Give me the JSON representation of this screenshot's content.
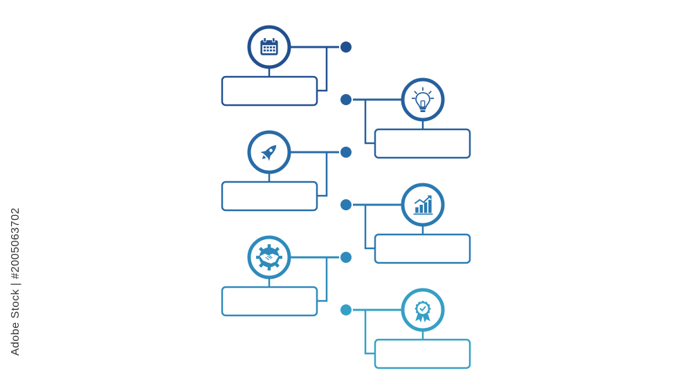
{
  "watermark_text": "Adobe Stock | #200506370​2",
  "timeline": {
    "gradient": [
      "#1f4f95",
      "#2b78b3",
      "#3aa3c8"
    ],
    "steps": [
      {
        "side": "left",
        "icon": "calendar-icon",
        "color": "#22508f"
      },
      {
        "side": "right",
        "icon": "lightbulb-icon",
        "color": "#26609e"
      },
      {
        "side": "left",
        "icon": "rocket-icon",
        "color": "#286ba7"
      },
      {
        "side": "right",
        "icon": "chart-icon",
        "color": "#2a7ab1"
      },
      {
        "side": "left",
        "icon": "handshake-icon",
        "color": "#2e8bbb"
      },
      {
        "side": "right",
        "icon": "award-icon",
        "color": "#35a0c5"
      }
    ]
  }
}
